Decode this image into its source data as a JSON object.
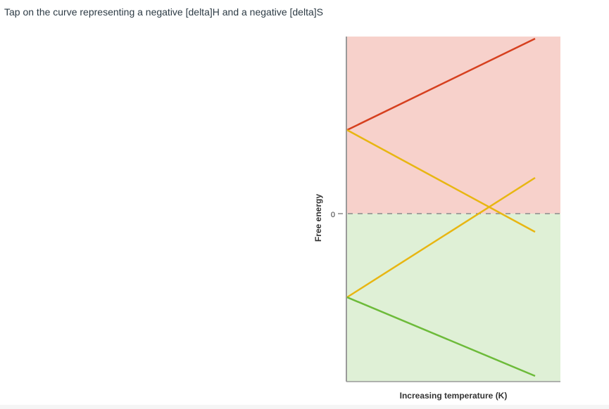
{
  "question": {
    "text": "Tap on the curve representing a negative [delta]H and a negative [delta]S"
  },
  "figure": {
    "y_axis_label": "Free energy",
    "zero_label": "0",
    "x_axis_label": "Increasing temperature (K)",
    "colors": {
      "positive_region": "#f7d1cb",
      "negative_region": "#dff0d6",
      "red_curve": "#d6401f",
      "yellow_curve": "#e8b612",
      "green_curve": "#6dbb3a",
      "axis": "#9a9a9a",
      "zero_line": "#8a8a8a"
    }
  }
}
